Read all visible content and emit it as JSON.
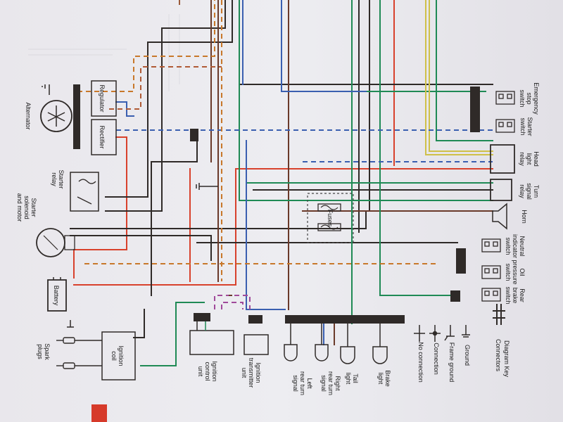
{
  "components": {
    "regulator": "Regulator",
    "rectifier": "Rectifier",
    "alternator": "Alternator",
    "starter_relay": "Starter\nrelay",
    "starter_solenoid": "Starter\nsolenoid\nand motor",
    "battery": "Battery",
    "spark_plugs": "Spark\nplugs",
    "ignition_coil": "Ignition\ncoil",
    "ignition_control": "Ignition\ncontrol\nunit",
    "ignition_transmitter": "Ignition\ntransmitter\nunit",
    "fuses": "Fuses",
    "emergency_stop": "Emergency\nstop\nswitch",
    "starter_switch": "Starter\nswitch",
    "head_light_relay": "Head\nlight\nrelay",
    "turn_signal_relay": "Turn\nsignal\nrelay",
    "horn": "Horn",
    "neutral_indicator": "Neutral\nindicator\nswitch",
    "oil_pressure": "Oil\npressure\nswitch",
    "rear_brake": "Rear\nbrake\nswitch",
    "left_rear_turn": "Left\nrear turn\nsignal",
    "right_rear_turn": "Right\nrear turn\nsignal",
    "tail_light": "Tail\nlight",
    "brake_light": "Brake\nlight"
  },
  "key": {
    "title": "Diagram Key",
    "connectors": "Connectors",
    "ground": "Ground",
    "frame_ground": "Frame ground",
    "connection": "Connection",
    "no_connection": "No connection"
  },
  "colors": {
    "red": "#d8412c",
    "dark": "#2f2a28",
    "brown": "#6a3a2a",
    "green": "#1f8a55",
    "blue": "#3a5fb0",
    "orange": "#c8782a",
    "yellow": "#cfc04a",
    "purple": "#a04a9a",
    "page_tab": "#d63a2a"
  }
}
